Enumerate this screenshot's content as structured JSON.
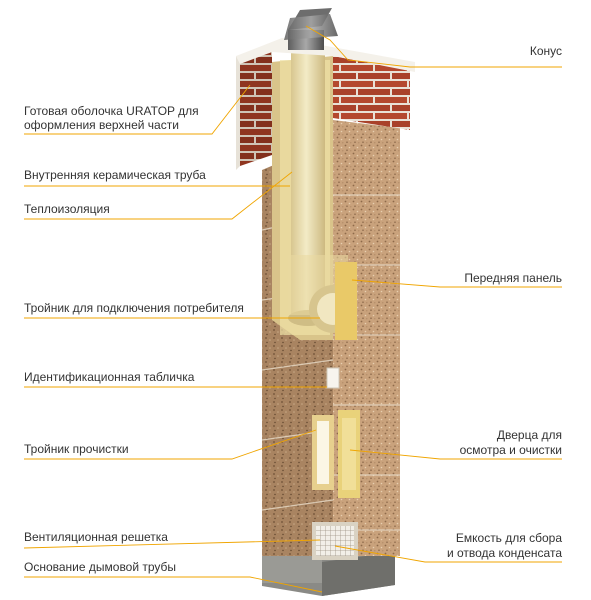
{
  "labels": {
    "cone": "Конус",
    "casing_line1": "Готовая оболочка URATOP для",
    "casing_line2": "оформления верхней части",
    "ceramic_pipe": "Внутренняя керамическая труба",
    "insulation": "Теплоизоляция",
    "front_panel": "Передняя панель",
    "tee_consumer": "Тройник для подключения потребителя",
    "id_plate": "Идентификационная табличка",
    "tee_cleaning": "Тройник прочистки",
    "door_line1": "Дверца для",
    "door_line2": "осмотра и очистки",
    "vent_grille": "Вентиляционная решетка",
    "condensate_line1": "Емкость для сбора",
    "condensate_line2": "и отвода конденсата",
    "base": "Основание дымовой трубы"
  },
  "colors": {
    "leader": "#f0a500",
    "brick": "#b4482e",
    "block": "#c9a27c",
    "ceramic": "#e9dcaa",
    "metal": "#7a7a7a"
  }
}
